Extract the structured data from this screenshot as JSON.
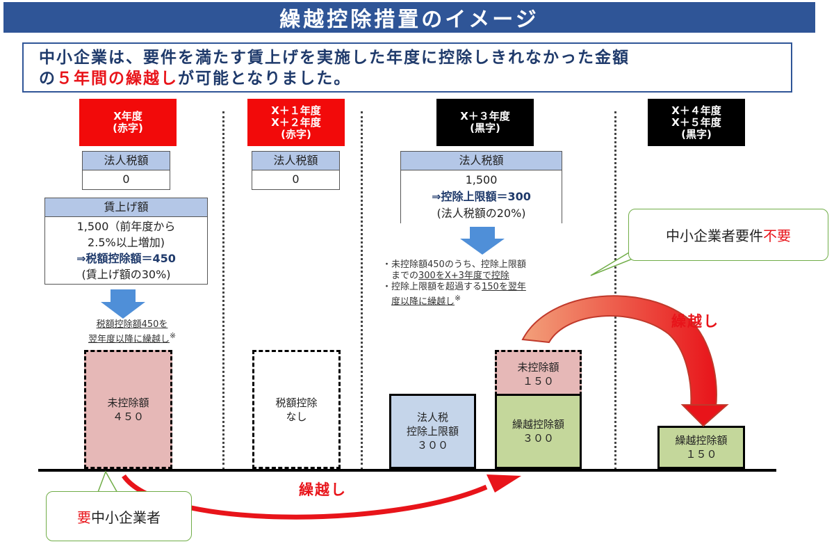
{
  "title": "繰越控除措置のイメージ",
  "intro": {
    "line1": "中小企業は、要件を満たす賃上げを実施した年度に控除しきれなかった金額",
    "line2_a": "の",
    "line2_red": "５年間の繰越し",
    "line2_b": "が可能となりました。"
  },
  "columns": [
    {
      "line1": "X年度",
      "line2": "(赤字)"
    },
    {
      "line1": "X＋１年度",
      "line2": "X＋２年度",
      "line3": "(赤字)"
    },
    {
      "line1": "X＋３年度",
      "line2": "(黒字)"
    },
    {
      "line1": "X＋４年度",
      "line2": "X＋５年度",
      "line3": "(黒字)"
    }
  ],
  "tax_tables": {
    "header": "法人税額",
    "x_value": "0",
    "x12_value": "0",
    "x3_value": "1,500",
    "x3_limit": "⇒控除上限額＝300",
    "x3_note": "(法人税額の20%)"
  },
  "wage_table": {
    "header": "賃上げ額",
    "line1": "1,500（前年度から",
    "line2": "2.5%以上増加)",
    "line3": "⇒税額控除額＝450",
    "line4": "(賃上げ額の30%)"
  },
  "notes": {
    "x_note1": "税額控除額450を",
    "x_note2": "翌年度以降に繰越し",
    "x_note_mark": "※",
    "x3_note1_a": "・未控除額450のうち、控除上限額",
    "x3_note1_b": "までの",
    "x3_note1_u": "300をX+3年度で控除",
    "x3_note2_a": "・控除上限額を超過する",
    "x3_note2_u": "150を翌年",
    "x3_note2_b": "度以降に繰越し",
    "x3_note_mark": "※"
  },
  "bars": {
    "x_unused_label": "未控除額",
    "x_unused_value": "４５０",
    "x12_label1": "税額控除",
    "x12_label2": "なし",
    "x3_limit_label1": "法人税",
    "x3_limit_label2": "控除上限額",
    "x3_limit_value": "３００",
    "x3_unused_label": "未控除額",
    "x3_unused_value": "１５０",
    "x3_carry_label": "繰越控除額",
    "x3_carry_value": "３００",
    "x45_carry_label": "繰越控除額",
    "x45_carry_value": "１５０"
  },
  "callouts": {
    "left_red": "要",
    "left_rest": "中小企業者",
    "right_main": "中小企業者要件",
    "right_red": "不要"
  },
  "carry_labels": {
    "bottom": "繰越し",
    "top": "繰越し"
  },
  "colors": {
    "title_bg": "#2f5597",
    "red_header": "#f20a0a",
    "table_header": "#b4c7e7",
    "pink_bar": "#e6b8b7",
    "blue_bar": "#c5d5ea",
    "green_bar": "#c4d79b",
    "arrow_red": "#e8141a",
    "callout_border": "#70ad47"
  }
}
